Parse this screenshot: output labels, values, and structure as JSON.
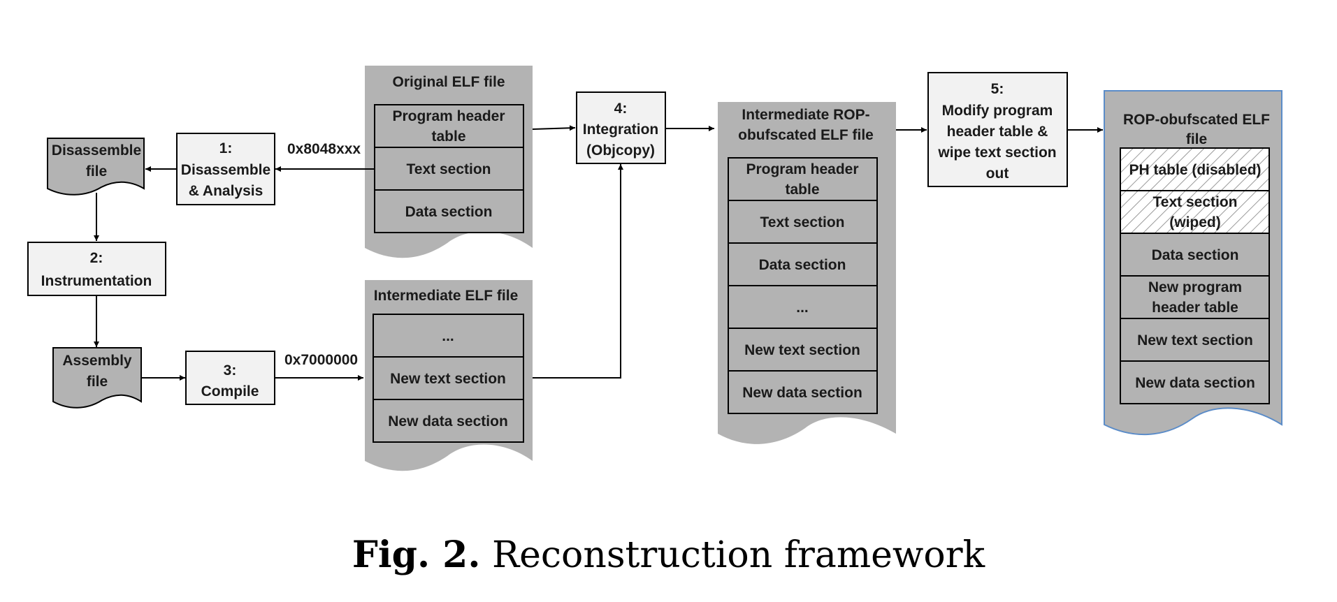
{
  "steps": {
    "disassemble": {
      "num": "1:",
      "line1": "Disassemble",
      "line2": "& Analysis"
    },
    "instrumentation": {
      "num": "2:",
      "line1": "Instrumentation"
    },
    "compile": {
      "num": "3:",
      "line1": "Compile"
    },
    "integration": {
      "num": "4:",
      "line1": "Integration",
      "line2": "(Objcopy)"
    },
    "modify": {
      "num": "5:",
      "line1": "Modify program",
      "line2": "header table &",
      "line3": "wipe text section",
      "line4": "out"
    }
  },
  "documents": {
    "disassemble_file": {
      "line1": "Disassemble",
      "line2": "file"
    },
    "assembly_file": {
      "line1": "Assembly",
      "line2": "file"
    }
  },
  "addresses": {
    "original": "0x8048xxx",
    "new": "0x7000000"
  },
  "original_elf": {
    "title": "Original ELF file",
    "rows": [
      {
        "line1": "Program header",
        "line2": "table"
      },
      {
        "line1": "Text section"
      },
      {
        "line1": "Data section"
      }
    ]
  },
  "intermediate_elf": {
    "title": "Intermediate ELF file",
    "rows": [
      {
        "line1": "..."
      },
      {
        "line1": "New text section"
      },
      {
        "line1": "New data section"
      }
    ]
  },
  "intermediate_rop_elf": {
    "title_line1": "Intermediate ROP-",
    "title_line2": "obufscated ELF file",
    "rows": [
      {
        "line1": "Program header",
        "line2": "table"
      },
      {
        "line1": "Text section"
      },
      {
        "line1": "Data section"
      },
      {
        "line1": "..."
      },
      {
        "line1": "New text section"
      },
      {
        "line1": "New data section"
      }
    ]
  },
  "rop_obfuscated_elf": {
    "title_line1": "ROP-obufscated ELF",
    "title_line2": "file",
    "rows": [
      {
        "line1": "PH table (disabled)",
        "hatched": true
      },
      {
        "line1": "Text section",
        "line2": "(wiped)",
        "hatched": true
      },
      {
        "line1": "Data section"
      },
      {
        "line1": "New program",
        "line2": "header table"
      },
      {
        "line1": "New text section"
      },
      {
        "line1": "New data section"
      }
    ]
  },
  "caption": {
    "label": "Fig. 2.",
    "text": "Reconstruction framework"
  },
  "colors": {
    "container_fill": "#b3b3b3",
    "box_fill": "#f2f2f2",
    "row_fill": "#b3b3b3",
    "hatch_fill": "#ffffff",
    "line": "#000000",
    "final_border": "#5b8cc8"
  }
}
